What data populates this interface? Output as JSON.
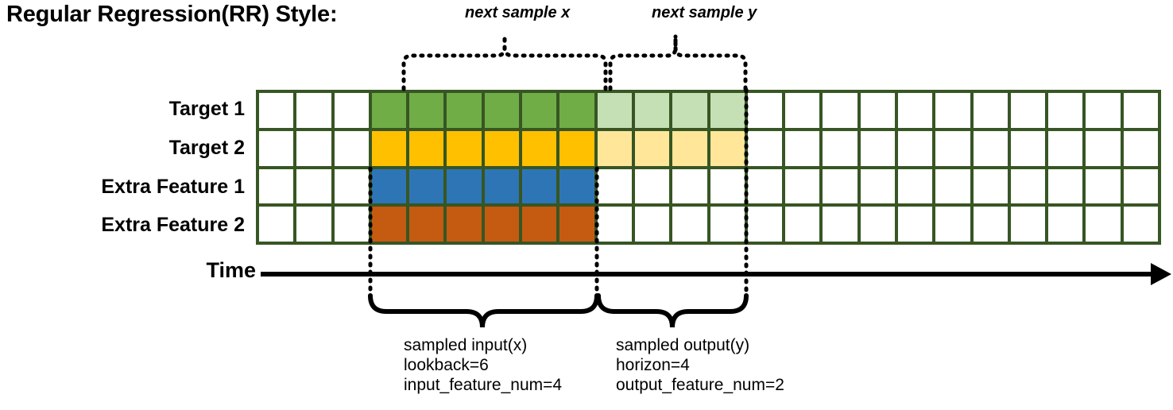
{
  "title": "Regular Regression(RR) Style:",
  "rows": [
    {
      "label": "Target 1",
      "name": "target-1"
    },
    {
      "label": "Target 2",
      "name": "target-2"
    },
    {
      "label": "Extra Feature 1",
      "name": "extra-feature-1"
    },
    {
      "label": "Extra Feature 2",
      "name": "extra-feature-2"
    }
  ],
  "grid": {
    "columns": 24,
    "rows": 4,
    "border_color": "#375623",
    "cell_colors": {
      "empty": "#ffffff",
      "green": "#70ad47",
      "green_light": "#c5e0b4",
      "yellow": "#ffc000",
      "yellow_light": "#ffe699",
      "blue": "#2e75b6",
      "orange": "#c55a11"
    },
    "matrix": [
      [
        "empty",
        "empty",
        "empty",
        "green",
        "green",
        "green",
        "green",
        "green",
        "green",
        "green_light",
        "green_light",
        "green_light",
        "green_light",
        "empty",
        "empty",
        "empty",
        "empty",
        "empty",
        "empty",
        "empty",
        "empty",
        "empty",
        "empty",
        "empty"
      ],
      [
        "empty",
        "empty",
        "empty",
        "yellow",
        "yellow",
        "yellow",
        "yellow",
        "yellow",
        "yellow",
        "yellow_light",
        "yellow_light",
        "yellow_light",
        "yellow_light",
        "empty",
        "empty",
        "empty",
        "empty",
        "empty",
        "empty",
        "empty",
        "empty",
        "empty",
        "empty",
        "empty"
      ],
      [
        "empty",
        "empty",
        "empty",
        "blue",
        "blue",
        "blue",
        "blue",
        "blue",
        "blue",
        "empty",
        "empty",
        "empty",
        "empty",
        "empty",
        "empty",
        "empty",
        "empty",
        "empty",
        "empty",
        "empty",
        "empty",
        "empty",
        "empty",
        "empty"
      ],
      [
        "empty",
        "empty",
        "empty",
        "orange",
        "orange",
        "orange",
        "orange",
        "orange",
        "orange",
        "empty",
        "empty",
        "empty",
        "empty",
        "empty",
        "empty",
        "empty",
        "empty",
        "empty",
        "empty",
        "empty",
        "empty",
        "empty",
        "empty",
        "empty"
      ]
    ]
  },
  "time_axis": {
    "label": "Time"
  },
  "top_annotations": [
    {
      "text": "next sample x",
      "name": "next-sample-x"
    },
    {
      "text": "next sample y",
      "name": "next-sample-y"
    }
  ],
  "bottom_annotations": [
    {
      "name": "sampled-input",
      "line1": "sampled input(x)",
      "line2": "lookback=6",
      "line3": "input_feature_num=4"
    },
    {
      "name": "sampled-output",
      "line1": "sampled output(y)",
      "line2": "horizon=4",
      "line3": "output_feature_num=2"
    }
  ]
}
